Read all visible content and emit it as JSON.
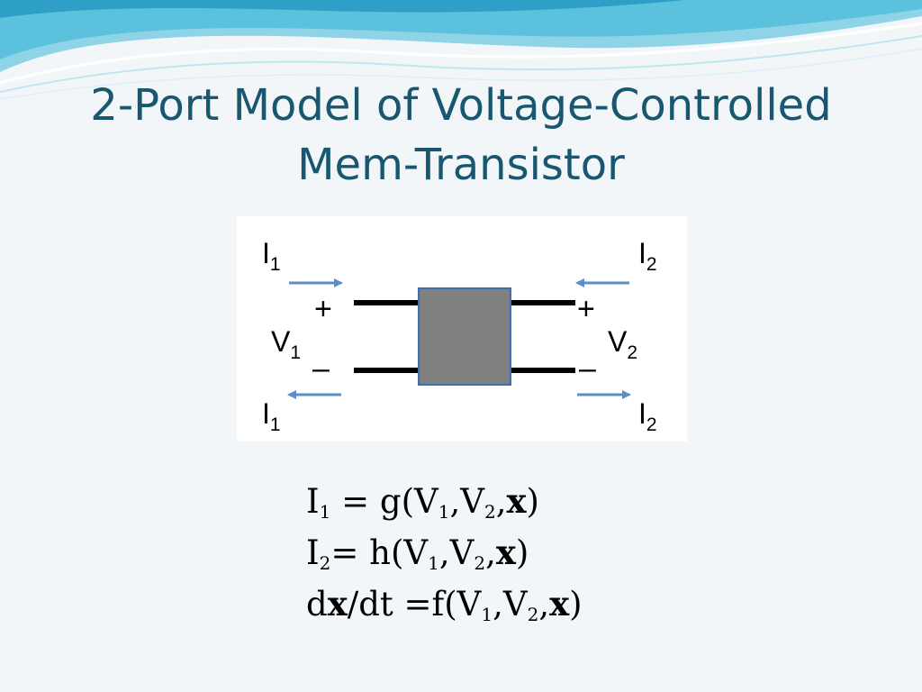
{
  "slide": {
    "title_line1": "2-Port Model of Voltage-Controlled",
    "title_line2": "Mem-Transistor"
  },
  "colors": {
    "title": "#17576f",
    "arrow": "#5b8fc6",
    "block": "#808080",
    "block_border": "#3d6fb0"
  },
  "diagram": {
    "left_port": {
      "current_in": {
        "symbol": "I",
        "subscript": "1"
      },
      "current_out": {
        "symbol": "I",
        "subscript": "1"
      },
      "voltage": {
        "symbol": "V",
        "subscript": "1"
      },
      "plus": "+",
      "minus": "–"
    },
    "right_port": {
      "current_in": {
        "symbol": "I",
        "subscript": "2"
      },
      "current_out": {
        "symbol": "I",
        "subscript": "2"
      },
      "voltage": {
        "symbol": "V",
        "subscript": "2"
      },
      "plus": "+",
      "minus": "–"
    }
  },
  "equations": [
    {
      "pre": "I",
      "pre_sub": "1",
      "mid": " = g(V",
      "v1": "1",
      "comma1": ",V",
      "v2": "2",
      "comma2": ",",
      "state": "x",
      "close": ")"
    },
    {
      "pre": "I",
      "pre_sub": "2",
      "mid": "= h(V",
      "v1": "1",
      "comma1": ",V",
      "v2": "2",
      "comma2": ",",
      "state": "x",
      "close": ")"
    },
    {
      "lead": "d",
      "lead_state": "x",
      "mid": "/dt =f(V",
      "v1": "1",
      "comma1": ",V",
      "v2": "2",
      "comma2": ",",
      "state": "x",
      "close": ")"
    }
  ]
}
